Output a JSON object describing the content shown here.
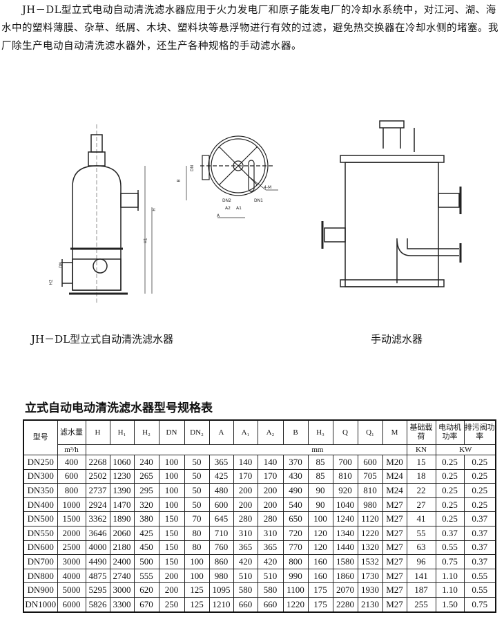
{
  "intro": "JH－DL型立式电动自动清洗滤水器应用于火力发电厂和原子能发电厂的冷却水系统中，对江河、湖、海水中的塑料薄膜、杂草、纸屑、木块、塑料块等悬浮物进行有效的过滤，避免热交换器在冷却水侧的堵塞。我厂除生产电动自动清洗滤水器外，还生产各种规格的手动滤水器。",
  "captions": {
    "left": "JH－DL型立式自动清洗滤水器",
    "right": "手动滤水器"
  },
  "drawing_labels": [
    "DN",
    "DN1",
    "DN2",
    "A",
    "A1",
    "A2",
    "B",
    "4-M",
    "H",
    "H1",
    "H2"
  ],
  "table": {
    "title": "立式自动电动清洗滤水器型号规格表",
    "headers": [
      "型号",
      "滤水量",
      "H",
      "H₁",
      "H₂",
      "DN",
      "DN₂",
      "A",
      "A₁",
      "A₂",
      "B",
      "H₃",
      "Q",
      "Q₁",
      "M",
      "基础载荷",
      "电动机功率",
      "排污阀功率"
    ],
    "units": {
      "flow": "m³/h",
      "mm": "mm",
      "kn": "KN",
      "kw": "KW"
    },
    "rows": [
      [
        "DN250",
        "400",
        "2268",
        "1060",
        "240",
        "100",
        "50",
        "365",
        "140",
        "140",
        "370",
        "85",
        "700",
        "600",
        "M20",
        "15",
        "0.25",
        "0.25"
      ],
      [
        "DN300",
        "600",
        "2502",
        "1230",
        "265",
        "100",
        "50",
        "425",
        "170",
        "170",
        "430",
        "85",
        "810",
        "705",
        "M24",
        "18",
        "0.25",
        "0.25"
      ],
      [
        "DN350",
        "800",
        "2737",
        "1390",
        "295",
        "100",
        "50",
        "480",
        "200",
        "200",
        "490",
        "90",
        "920",
        "810",
        "M24",
        "22",
        "0.25",
        "0.25"
      ],
      [
        "DN400",
        "1000",
        "2924",
        "1470",
        "320",
        "100",
        "50",
        "600",
        "200",
        "200",
        "540",
        "90",
        "1040",
        "980",
        "M27",
        "27",
        "0.25",
        "0.25"
      ],
      [
        "DN500",
        "1500",
        "3362",
        "1890",
        "380",
        "150",
        "70",
        "645",
        "280",
        "280",
        "650",
        "100",
        "1240",
        "1120",
        "M27",
        "41",
        "0.25",
        "0.37"
      ],
      [
        "DN550",
        "2000",
        "3646",
        "2060",
        "425",
        "150",
        "80",
        "710",
        "310",
        "310",
        "720",
        "120",
        "1340",
        "1220",
        "M27",
        "55",
        "0.37",
        "0.37"
      ],
      [
        "DN600",
        "2500",
        "4000",
        "2180",
        "450",
        "150",
        "80",
        "760",
        "365",
        "365",
        "770",
        "120",
        "1440",
        "1320",
        "M27",
        "63",
        "0.55",
        "0.37"
      ],
      [
        "DN700",
        "3000",
        "4490",
        "2400",
        "500",
        "150",
        "100",
        "860",
        "420",
        "420",
        "800",
        "160",
        "1580",
        "1532",
        "M27",
        "96",
        "0.75",
        "0.37"
      ],
      [
        "DN800",
        "4000",
        "4875",
        "2740",
        "555",
        "200",
        "100",
        "980",
        "510",
        "510",
        "990",
        "160",
        "1860",
        "1730",
        "M27",
        "141",
        "1.10",
        "0.55"
      ],
      [
        "DN900",
        "5000",
        "5295",
        "3000",
        "620",
        "200",
        "125",
        "1095",
        "580",
        "580",
        "1100",
        "175",
        "2070",
        "1930",
        "M27",
        "187",
        "1.10",
        "0.55"
      ],
      [
        "DN1000",
        "6000",
        "5826",
        "3300",
        "670",
        "250",
        "125",
        "1210",
        "660",
        "660",
        "1220",
        "175",
        "2280",
        "2130",
        "M27",
        "255",
        "1.50",
        "0.75"
      ]
    ]
  }
}
